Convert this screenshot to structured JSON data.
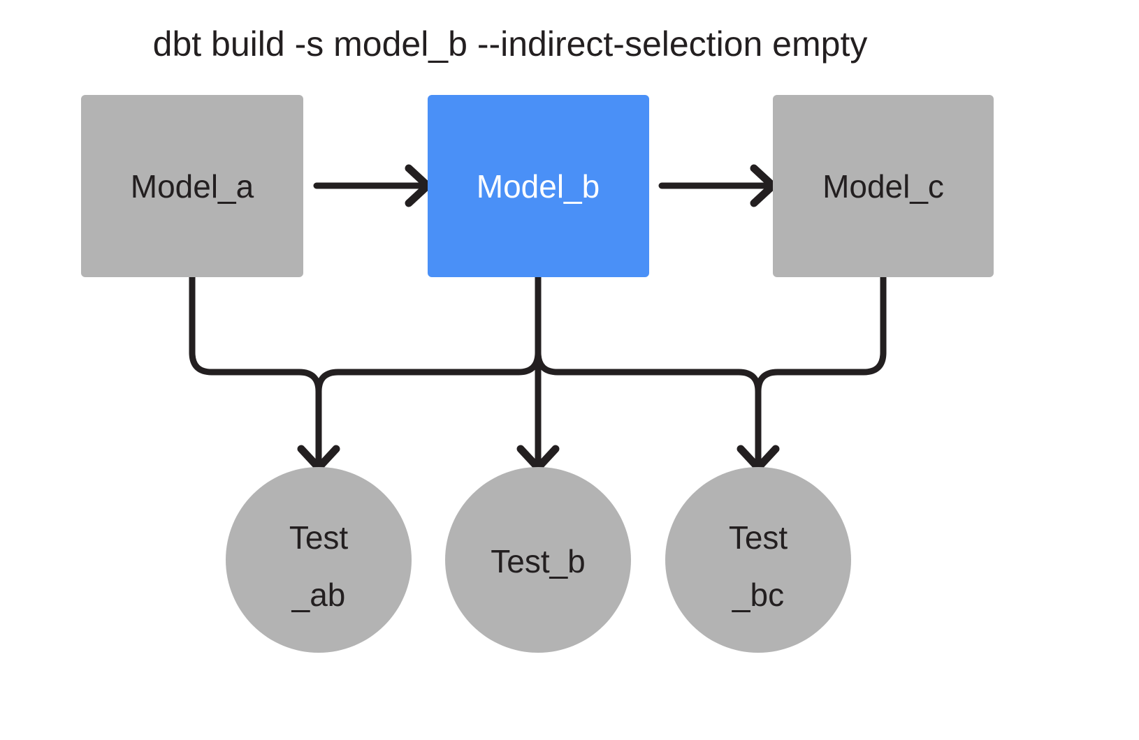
{
  "diagram": {
    "title": "dbt build -s model_b --indirect-selection empty",
    "background_color": "#ffffff",
    "edge_color": "#231f20",
    "colors": {
      "node_default": "#b3b3b3",
      "node_selected": "#4a90f7",
      "text_dark": "#231f20",
      "text_light": "#ffffff"
    },
    "models": [
      {
        "id": "model_a",
        "label": "Model_a",
        "shape": "rectangle",
        "fill": "#b3b3b3",
        "text_color": "#231f20",
        "selected": false
      },
      {
        "id": "model_b",
        "label": "Model_b",
        "shape": "rectangle",
        "fill": "#4a90f7",
        "text_color": "#ffffff",
        "selected": true
      },
      {
        "id": "model_c",
        "label": "Model_c",
        "shape": "rectangle",
        "fill": "#b3b3b3",
        "text_color": "#231f20",
        "selected": false
      }
    ],
    "tests": [
      {
        "id": "test_ab",
        "label": "Test_ab",
        "line1": "Test",
        "line2": "_ab",
        "shape": "circle",
        "fill": "#b3b3b3",
        "text_color": "#231f20"
      },
      {
        "id": "test_b",
        "label": "Test_b",
        "line1": "Test_b",
        "line2": "",
        "shape": "circle",
        "fill": "#b3b3b3",
        "text_color": "#231f20"
      },
      {
        "id": "test_bc",
        "label": "Test_bc",
        "line1": "Test",
        "line2": "_bc",
        "shape": "circle",
        "fill": "#b3b3b3",
        "text_color": "#231f20"
      }
    ],
    "edges": [
      {
        "id": "edge-a-b",
        "from": "model_a",
        "to": "model_b",
        "kind": "model-to-model"
      },
      {
        "id": "edge-b-c",
        "from": "model_b",
        "to": "model_c",
        "kind": "model-to-model"
      },
      {
        "id": "edge-a-ab",
        "from": "model_a",
        "to": "test_ab",
        "kind": "model-to-test"
      },
      {
        "id": "edge-b-ab",
        "from": "model_b",
        "to": "test_ab",
        "kind": "model-to-test"
      },
      {
        "id": "edge-b-b",
        "from": "model_b",
        "to": "test_b",
        "kind": "model-to-test"
      },
      {
        "id": "edge-b-bc",
        "from": "model_b",
        "to": "test_bc",
        "kind": "model-to-test"
      },
      {
        "id": "edge-c-bc",
        "from": "model_c",
        "to": "test_bc",
        "kind": "model-to-test"
      }
    ]
  }
}
